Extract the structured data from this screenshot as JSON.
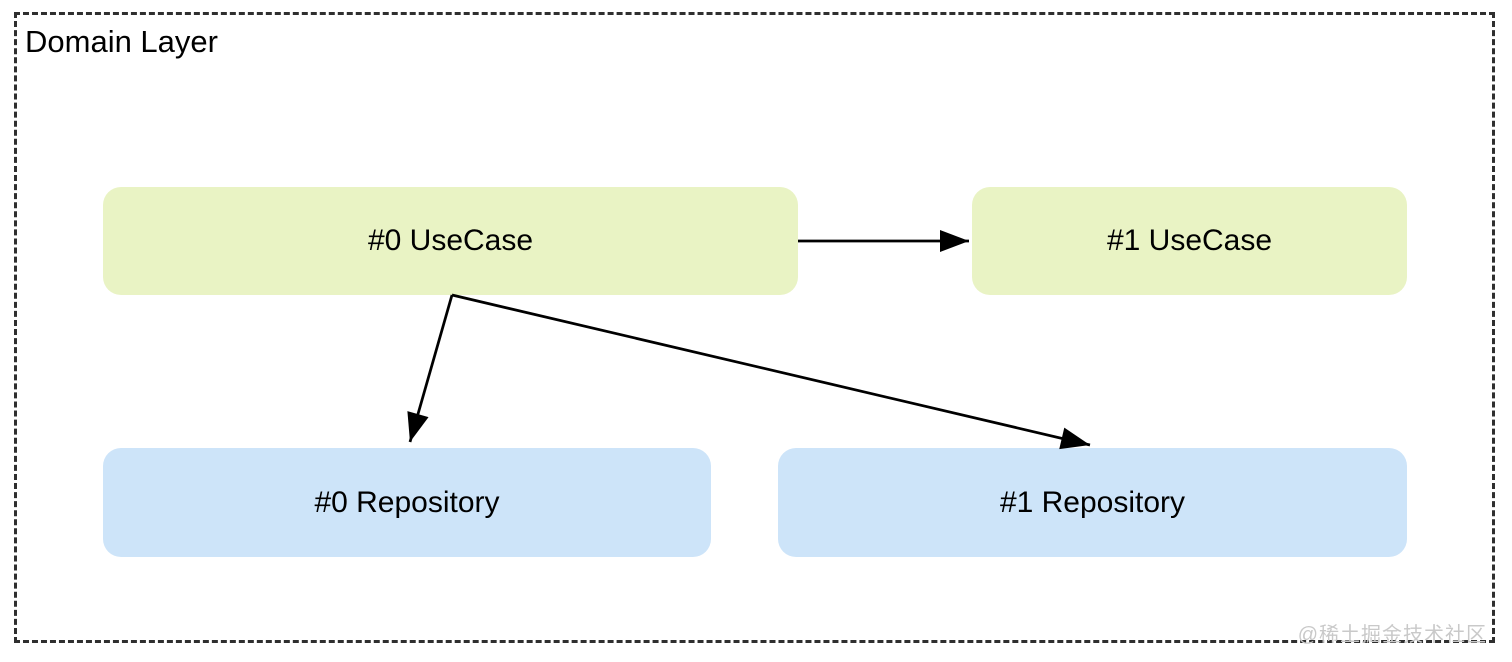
{
  "diagram": {
    "title": "Domain Layer",
    "watermark": "@稀土掘金技术社区",
    "colors": {
      "background": "#ffffff",
      "usecase_fill": "#e9f3c4",
      "repository_fill": "#cde4f9",
      "frame_border": "#2f2f2f",
      "arrow": "#000000",
      "text": "#000000",
      "watermark": "#c9c9c9"
    },
    "nodes": [
      {
        "id": "usecase0",
        "label": "#0 UseCase",
        "type": "usecase"
      },
      {
        "id": "usecase1",
        "label": "#1 UseCase",
        "type": "usecase"
      },
      {
        "id": "repo0",
        "label": "#0 Repository",
        "type": "repository"
      },
      {
        "id": "repo1",
        "label": "#1 Repository",
        "type": "repository"
      }
    ],
    "edges": [
      {
        "from": "usecase0",
        "to": "usecase1"
      },
      {
        "from": "usecase0",
        "to": "repo0"
      },
      {
        "from": "usecase0",
        "to": "repo1"
      }
    ]
  }
}
